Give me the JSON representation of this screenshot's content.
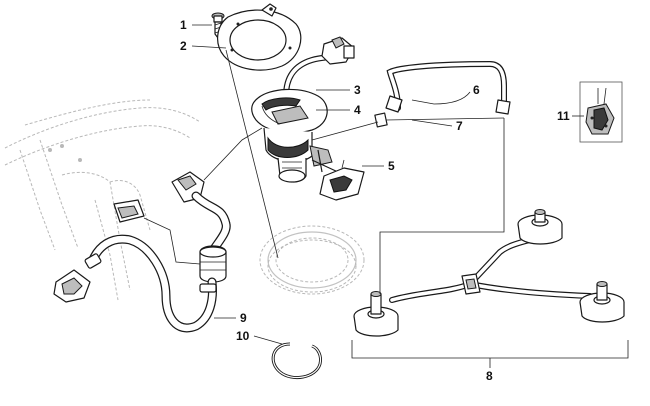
{
  "callouts": [
    {
      "id": "c1",
      "label": "1"
    },
    {
      "id": "c2",
      "label": "2"
    },
    {
      "id": "c3",
      "label": "3"
    },
    {
      "id": "c4",
      "label": "4"
    },
    {
      "id": "c5",
      "label": "5"
    },
    {
      "id": "c6",
      "label": "6"
    },
    {
      "id": "c7",
      "label": "7"
    },
    {
      "id": "c8",
      "label": "8"
    },
    {
      "id": "c9",
      "label": "9"
    },
    {
      "id": "c10",
      "label": "10"
    },
    {
      "id": "c11",
      "label": "11"
    }
  ],
  "colors": {
    "background": "#ffffff",
    "line": "#1a1a1a",
    "ghost": "#b8b8b8"
  }
}
